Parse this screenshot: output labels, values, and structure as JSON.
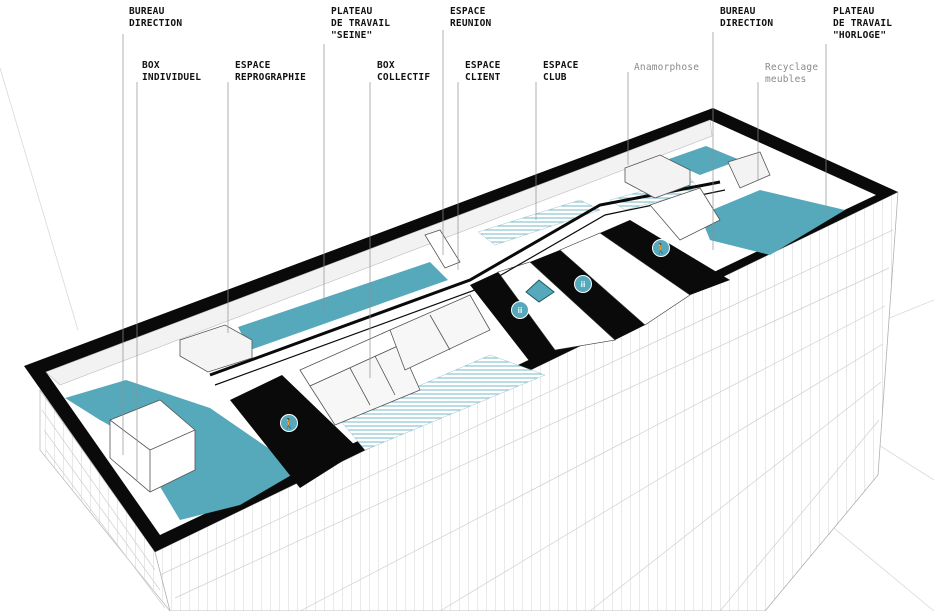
{
  "labels": {
    "bureau_direction_left": "BUREAU\nDIRECTION",
    "box_individuel": "BOX\nINDIVIDUEL",
    "espace_reprographie": "ESPACE\nREPROGRAPHIE",
    "plateau_seine": "PLATEAU\nDE TRAVAIL\n\"SEINE\"",
    "box_collectif": "BOX\nCOLLECTIF",
    "espace_reunion": "ESPACE\nREUNION",
    "espace_client": "ESPACE\nCLIENT",
    "espace_club": "ESPACE\nCLUB",
    "anamorphose": "Anamorphose",
    "bureau_direction_right": "BUREAU\nDIRECTION",
    "recyclage_meubles": "Recyclage\nmeubles",
    "plateau_horloge": "PLATEAU\nDE TRAVAIL\n\"HORLOGE\""
  },
  "colors": {
    "accent_teal": "#56a9bb",
    "wall_black": "#0a0a0a",
    "line_gray": "#9a9a9a",
    "facade_line": "#bdbdbd"
  },
  "icons": [
    "person-walking-icon",
    "group-icon",
    "group-icon",
    "person-walking-icon",
    "diamond-icon"
  ]
}
